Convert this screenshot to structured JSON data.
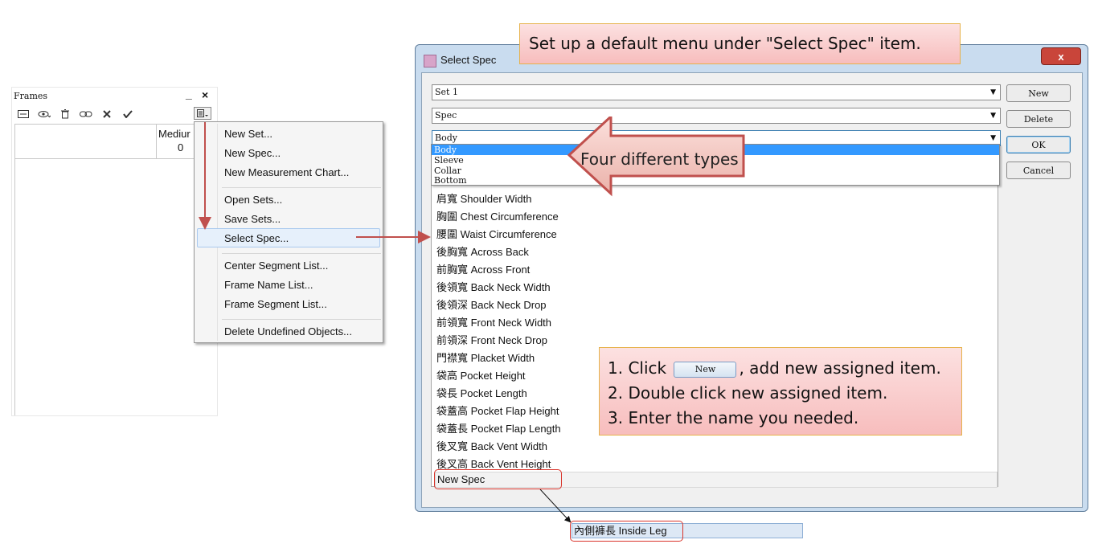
{
  "frames_panel": {
    "title": "Frames",
    "minimize": "_",
    "close": "×",
    "column_header": "Mediur",
    "column_value": "0"
  },
  "context_menu": {
    "items": [
      "New Set...",
      "New Spec...",
      "New Measurement Chart...",
      "Open Sets...",
      "Save Sets...",
      "Select Spec...",
      "Center Segment List...",
      "Frame Name List...",
      "Frame Segment List...",
      "Delete Undefined Objects..."
    ],
    "highlighted": "Select Spec..."
  },
  "dialog": {
    "title": "Select Spec",
    "close": "x",
    "combo_set": "Set 1",
    "combo_spec": "Spec",
    "combo_type": "Body",
    "dropdown_options": [
      "Body",
      "Sleeve",
      "Collar",
      "Bottom"
    ],
    "buttons": {
      "new": "New",
      "delete": "Delete",
      "ok": "OK",
      "cancel": "Cancel"
    },
    "list_items": [
      "肩寬 Shoulder Width",
      "胸圍 Chest Circumference",
      "腰圍 Waist Circumference",
      "後胸寬 Across Back",
      "前胸寬 Across Front",
      "後領寬 Back Neck Width",
      "後領深 Back Neck Drop",
      "前領寬 Front Neck Width",
      "前領深 Front Neck Drop",
      "門襟寬 Placket Width",
      "袋高 Pocket Height",
      "袋長 Pocket Length",
      "袋蓋高 Pocket Flap Height",
      "袋蓋長 Pocket Flap Length",
      "後叉寬 Back Vent Width",
      "後叉高 Back Vent Height"
    ],
    "new_item": "New Spec"
  },
  "callouts": {
    "top": "Set up a default menu under \"Select Spec\" item.",
    "arrow_label": "Four different types",
    "steps_1a": "1. Click",
    "steps_1_button": "New",
    "steps_1b": ", add new assigned item.",
    "steps_2": "2. Double click new assigned item.",
    "steps_3": "3. Enter the name you needed."
  },
  "floating_item": "內側褲長 Inside Leg",
  "colors": {
    "callout_fill": "#f7bdbd",
    "callout_border": "#e6b24b",
    "arrow": "#c0504d",
    "selection": "#3399ff"
  }
}
